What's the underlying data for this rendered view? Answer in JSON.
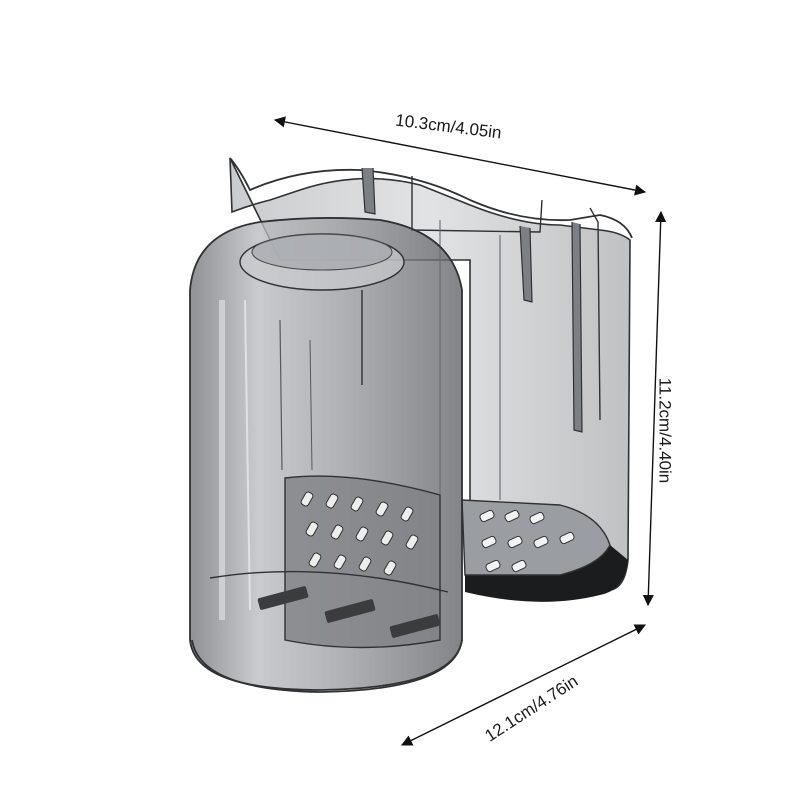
{
  "dimensions": {
    "width": "10.3cm/4.05in",
    "height": "11.2cm/4.40in",
    "depth": "12.1cm/4.76in"
  },
  "colors": {
    "body": "#8a8d91",
    "outline": "#2f3133",
    "dark": "#1b1c1d",
    "arrow": "#111111"
  }
}
